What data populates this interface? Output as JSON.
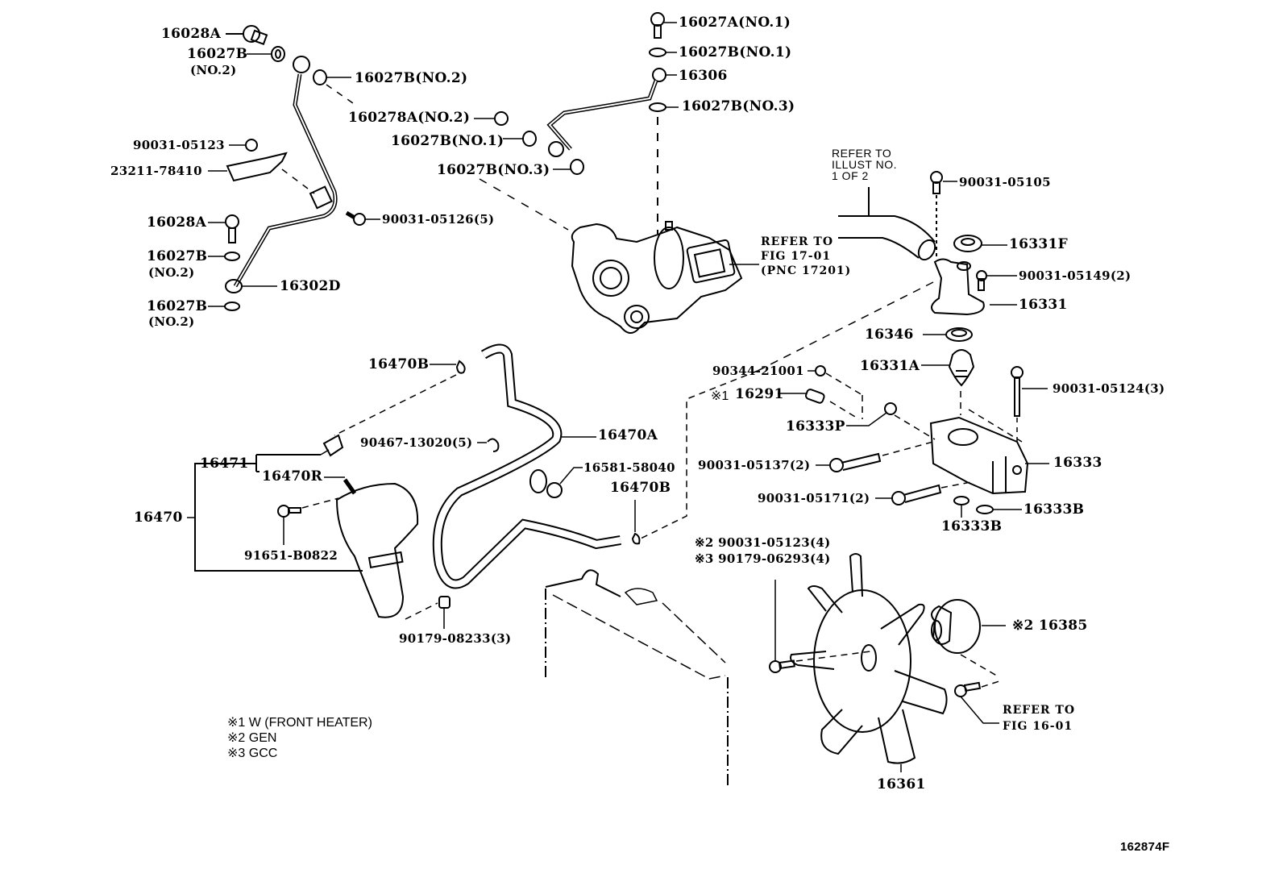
{
  "diagram": {
    "sheet_code": "162874F",
    "legend": [
      "※1 W (FRONT HEATER)",
      "※2 GEN",
      "※3 GCC"
    ],
    "labels": {
      "p16028A_top": "16028A",
      "p16027B_no2_a": "16027B",
      "p16027B_no2_a_sub": "(NO.2)",
      "p16027B_no2_b": "16027B(NO.2)",
      "p160278A_no2": "160278A(NO.2)",
      "p16027B_no1_mid": "16027B(NO.1)",
      "p16027B_no3_mid": "16027B(NO.3)",
      "p16027A_no1": "16027A(NO.1)",
      "p16027B_no1_top": "16027B(NO.1)",
      "p16306": "16306",
      "p16027B_no3_top": "16027B(NO.3)",
      "p90031_05123_a": "90031-05123",
      "p23211_78410": "23211-78410",
      "p90031_05126": "90031-05126(5)",
      "p16028A_lower": "16028A",
      "p16027B_lower1": "16027B",
      "p16027B_lower1_sub": "(NO.2)",
      "p16302D": "16302D",
      "p16027B_lower2": "16027B",
      "p16027B_lower2_sub": "(NO.2)",
      "refer_turbo": [
        "REFER TO",
        "FIG 17-01",
        "(PNC 17201)"
      ],
      "refer_illust": [
        "REFER TO",
        "ILLUST NO.",
        "1 OF 2"
      ],
      "p90031_05105": "90031-05105",
      "p16331F": "16331F",
      "p90031_05149": "90031-05149(2)",
      "p16331": "16331",
      "p16346": "16346",
      "p90344_21001": "90344-21001",
      "p16331A": "16331A",
      "p90031_05124": "90031-05124(3)",
      "p16291_mark": "※1",
      "p16291": "16291",
      "p16333P": "16333P",
      "p90031_05137": "90031-05137(2)",
      "p16333": "16333",
      "p90031_05171": "90031-05171(2)",
      "p16333B_a": "16333B",
      "p16333B_b": "16333B",
      "p16470B_top": "16470B",
      "p16470A": "16470A",
      "p90467_13020": "90467-13020(5)",
      "p16581_58040": "16581-58040",
      "p16470B_lower": "16470B",
      "p16471": "16471",
      "p16470R": "16470R",
      "p16470": "16470",
      "p91651_B0822": "91651-B0822",
      "p90179_08233": "90179-08233(3)",
      "fan_bolt_1": "※2 90031-05123(4)",
      "fan_bolt_2": "※3 90179-06293(4)",
      "p16385": "※2 16385",
      "refer_fan": [
        "REFER TO",
        "FIG 16-01"
      ],
      "p16361": "16361"
    }
  }
}
